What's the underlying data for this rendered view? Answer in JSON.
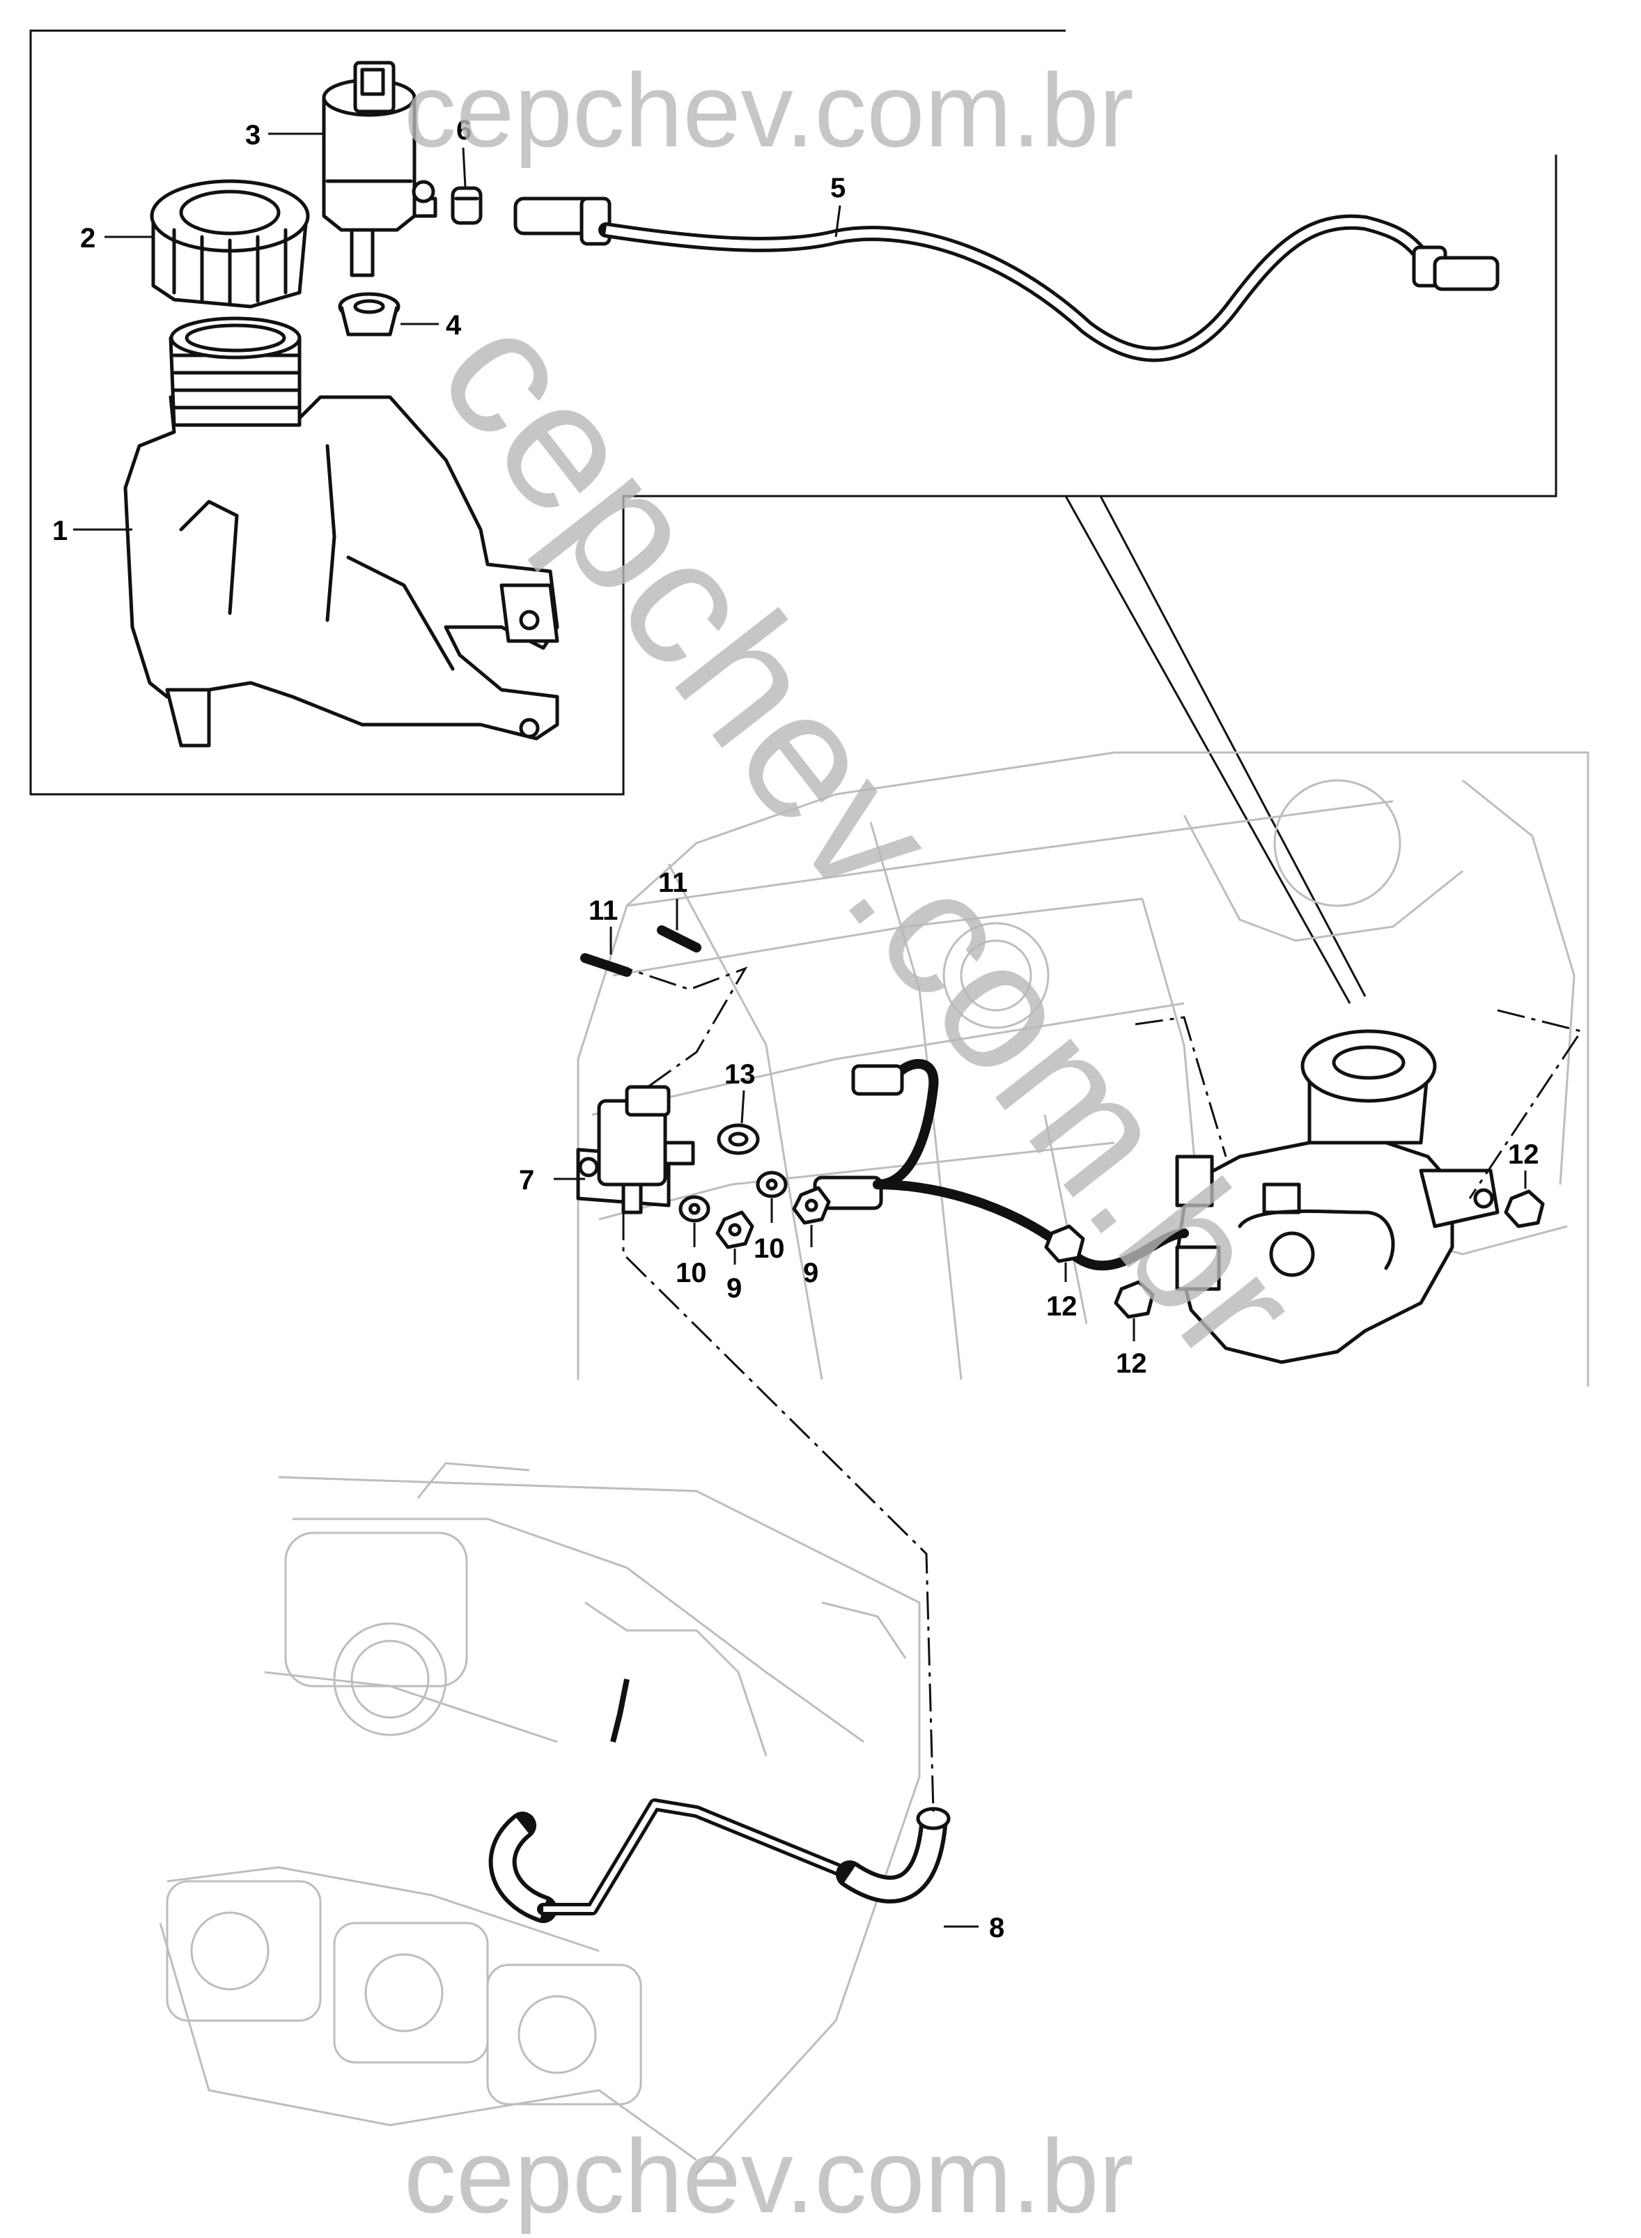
{
  "watermark": {
    "top": "cepchev.com.br",
    "diagonal": "cepchev.com.br",
    "bottom": "cepchev.com.br",
    "color": "#b8b8b8"
  },
  "callouts": {
    "c1": "1",
    "c2": "2",
    "c3": "3",
    "c4": "4",
    "c5": "5",
    "c6": "6",
    "c7": "7",
    "c8": "8",
    "c9a": "9",
    "c9b": "9",
    "c10a": "10",
    "c10b": "10",
    "c11a": "11",
    "c11b": "11",
    "c12a": "12",
    "c12b": "12",
    "c12c": "12",
    "c13": "13"
  },
  "icons": {
    "part1": "reservoir-tank-icon",
    "part2": "filler-cap-icon",
    "part3": "vacuum-solenoid-icon",
    "part4": "grommet-icon",
    "part5": "vacuum-hose-icon",
    "part6": "hose-clip-icon",
    "part7": "valve-bracket-icon",
    "part8": "intake-hose-icon",
    "part9": "nut-icon",
    "part10": "washer-icon",
    "part11": "stud-icon",
    "part12": "flange-nut-icon",
    "part13": "clamp-icon"
  }
}
